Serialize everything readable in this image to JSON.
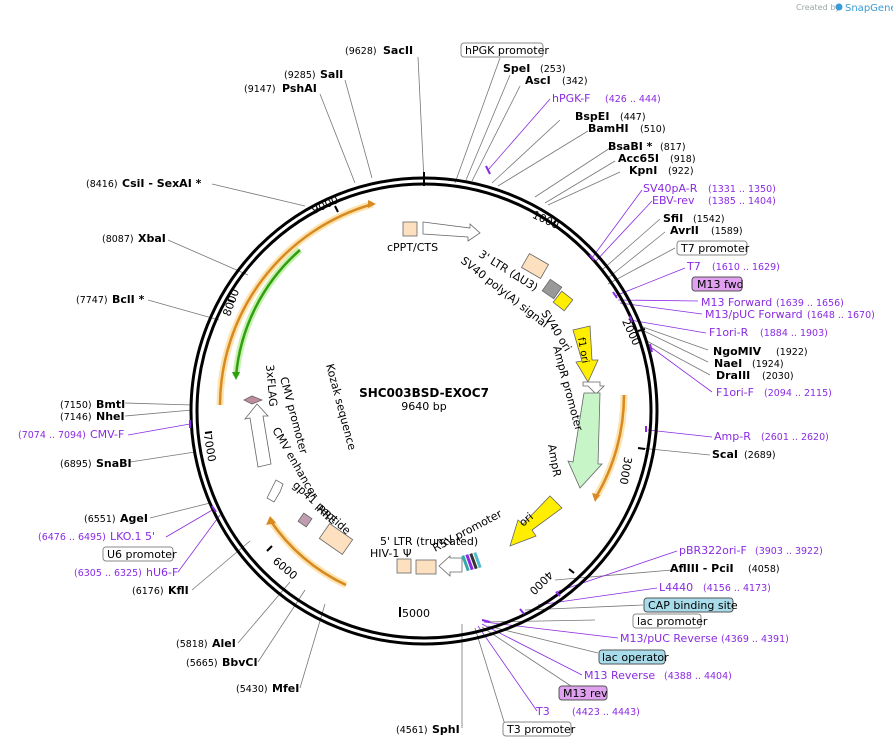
{
  "credit": {
    "text": "Created by",
    "brand": "SnapGene"
  },
  "plasmid": {
    "name": "SHC003BSD-EXOC7",
    "size": "9640 bp"
  },
  "ticks": [
    "1000",
    "2000",
    "3000",
    "4000",
    "5000",
    "6000",
    "7000",
    "8000",
    "9000"
  ],
  "enzymes": [
    {
      "pos": "(9628)",
      "name": "SacII"
    },
    {
      "pos": "(253)",
      "name": "SpeI"
    },
    {
      "pos": "(342)",
      "name": "AscI"
    },
    {
      "pos": "(9285)",
      "name": "SalI"
    },
    {
      "pos": "(9147)",
      "name": "PshAI"
    },
    {
      "pos": "(447)",
      "name": "BspEI"
    },
    {
      "pos": "(510)",
      "name": "BamHI"
    },
    {
      "pos": "(817)",
      "name": "BsaBI *"
    },
    {
      "pos": "(918)",
      "name": "Acc65I"
    },
    {
      "pos": "(922)",
      "name": "KpnI"
    },
    {
      "pos": "(8416)",
      "name": "CsiI - SexAI *"
    },
    {
      "pos": "(1542)",
      "name": "SfiI"
    },
    {
      "pos": "(1589)",
      "name": "AvrII"
    },
    {
      "pos": "(8087)",
      "name": "XbaI"
    },
    {
      "pos": "(7747)",
      "name": "BclI *"
    },
    {
      "pos": "(1922)",
      "name": "NgoMIV"
    },
    {
      "pos": "(1924)",
      "name": "NaeI"
    },
    {
      "pos": "(2030)",
      "name": "DraIII"
    },
    {
      "pos": "(7150)",
      "name": "BmtI"
    },
    {
      "pos": "(7146)",
      "name": "NheI"
    },
    {
      "pos": "(2689)",
      "name": "ScaI"
    },
    {
      "pos": "(6895)",
      "name": "SnaBI"
    },
    {
      "pos": "(6551)",
      "name": "AgeI"
    },
    {
      "pos": "(4058)",
      "name": "AflIII - PciI"
    },
    {
      "pos": "(6176)",
      "name": "KflI"
    },
    {
      "pos": "(5818)",
      "name": "AleI"
    },
    {
      "pos": "(5665)",
      "name": "BbvCI"
    },
    {
      "pos": "(5430)",
      "name": "MfeI"
    },
    {
      "pos": "(4561)",
      "name": "SphI"
    }
  ],
  "primers": [
    {
      "name": "hPGK-F",
      "pos": "(426 .. 444)"
    },
    {
      "name": "SV40pA-R",
      "pos": "(1331 .. 1350)"
    },
    {
      "name": "EBV-rev",
      "pos": "(1385 .. 1404)"
    },
    {
      "name": "T7",
      "pos": "(1610 .. 1629)"
    },
    {
      "name": "M13 Forward",
      "pos": "(1639 .. 1656)"
    },
    {
      "name": "M13/pUC Forward",
      "pos": "(1648 .. 1670)"
    },
    {
      "name": "F1ori-R",
      "pos": "(1884 .. 1903)"
    },
    {
      "name": "F1ori-F",
      "pos": "(2094 .. 2115)"
    },
    {
      "name": "Amp-R",
      "pos": "(2601 .. 2620)"
    },
    {
      "name": "pBR322ori-F",
      "pos": "(3903 .. 3922)"
    },
    {
      "name": "L4440",
      "pos": "(4156 .. 4173)"
    },
    {
      "name": "M13/pUC Reverse",
      "pos": "(4369 .. 4391)"
    },
    {
      "name": "M13 Reverse",
      "pos": "(4388 .. 4404)"
    },
    {
      "name": "T3",
      "pos": "(4423 .. 4443)"
    },
    {
      "name": "CMV-F",
      "pos": "(7074 .. 7094)"
    },
    {
      "name": "LKO.1 5'",
      "pos": "(6476 .. 6495)"
    },
    {
      "name": "hU6-F",
      "pos": "(6305 .. 6325)"
    }
  ],
  "boxes": [
    "hPGK promoter",
    "T7 promoter",
    "M13 fwd",
    "CAP binding site",
    "lac promoter",
    "lac operator",
    "M13 rev",
    "T3 promoter",
    "U6 promoter"
  ],
  "features": [
    "cPPT/CTS",
    "3' LTR (ΔU3)",
    "SV40 poly(A) signal",
    "SV40 ori",
    "f1 ori",
    "AmpR promoter",
    "AmpR",
    "ori",
    "5' LTR (truncated)",
    "HIV-1 Ψ",
    "RSV promoter",
    "gp41 peptide",
    "RRE",
    "CMV enhancer",
    "CMV promoter",
    "3xFLAG",
    "Kozak sequence"
  ],
  "colors": {
    "primer": "#8a2be2",
    "orf": "#f0a030",
    "green": "#2ea010",
    "yellow": "#ffee00",
    "ampr": "#c8f5c8",
    "peach": "#fde0c0",
    "cap_box": "#a8dcea",
    "mbox": "#e0a0f0"
  }
}
